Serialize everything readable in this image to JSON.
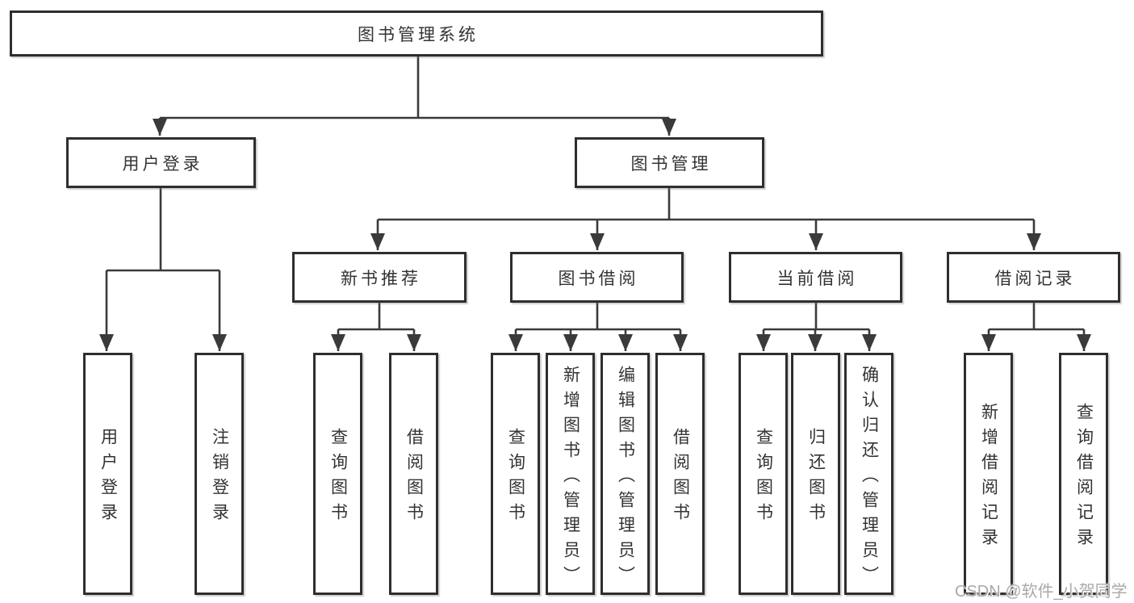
{
  "diagram": {
    "title": "图书管理系统",
    "type": "hierarchy-tree",
    "colors": {
      "background": "#ffffff",
      "box_border": "#2e2e2e",
      "connector": "#3a3a3a",
      "text": "#333333",
      "watermark_text": "#a9a9a9"
    },
    "root": {
      "label": "图书管理系统"
    },
    "level2": [
      {
        "label": "用户登录",
        "parent": "图书管理系统"
      },
      {
        "label": "图书管理",
        "parent": "图书管理系统"
      }
    ],
    "level3": [
      {
        "label": "新书推荐",
        "parent": "图书管理"
      },
      {
        "label": "图书借阅",
        "parent": "图书管理"
      },
      {
        "label": "当前借阅",
        "parent": "图书管理"
      },
      {
        "label": "借阅记录",
        "parent": "图书管理"
      }
    ],
    "leaves": [
      {
        "label": "用户登录",
        "parent": "用户登录"
      },
      {
        "label": "注销登录",
        "parent": "用户登录"
      },
      {
        "label": "查询图书",
        "parent": "新书推荐"
      },
      {
        "label": "借阅图书",
        "parent": "新书推荐"
      },
      {
        "label": "查询图书",
        "parent": "图书借阅"
      },
      {
        "label": "新增图书（管理员）",
        "parent": "图书借阅"
      },
      {
        "label": "编辑图书（管理员）",
        "parent": "图书借阅"
      },
      {
        "label": "借阅图书",
        "parent": "图书借阅"
      },
      {
        "label": "查询图书",
        "parent": "当前借阅"
      },
      {
        "label": "归还图书",
        "parent": "当前借阅"
      },
      {
        "label": "确认归还（管理员）",
        "parent": "当前借阅"
      },
      {
        "label": "新增借阅记录",
        "parent": "借阅记录"
      },
      {
        "label": "查询借阅记录",
        "parent": "借阅记录"
      }
    ],
    "watermark": "CSDN @软件_小贺同学"
  }
}
